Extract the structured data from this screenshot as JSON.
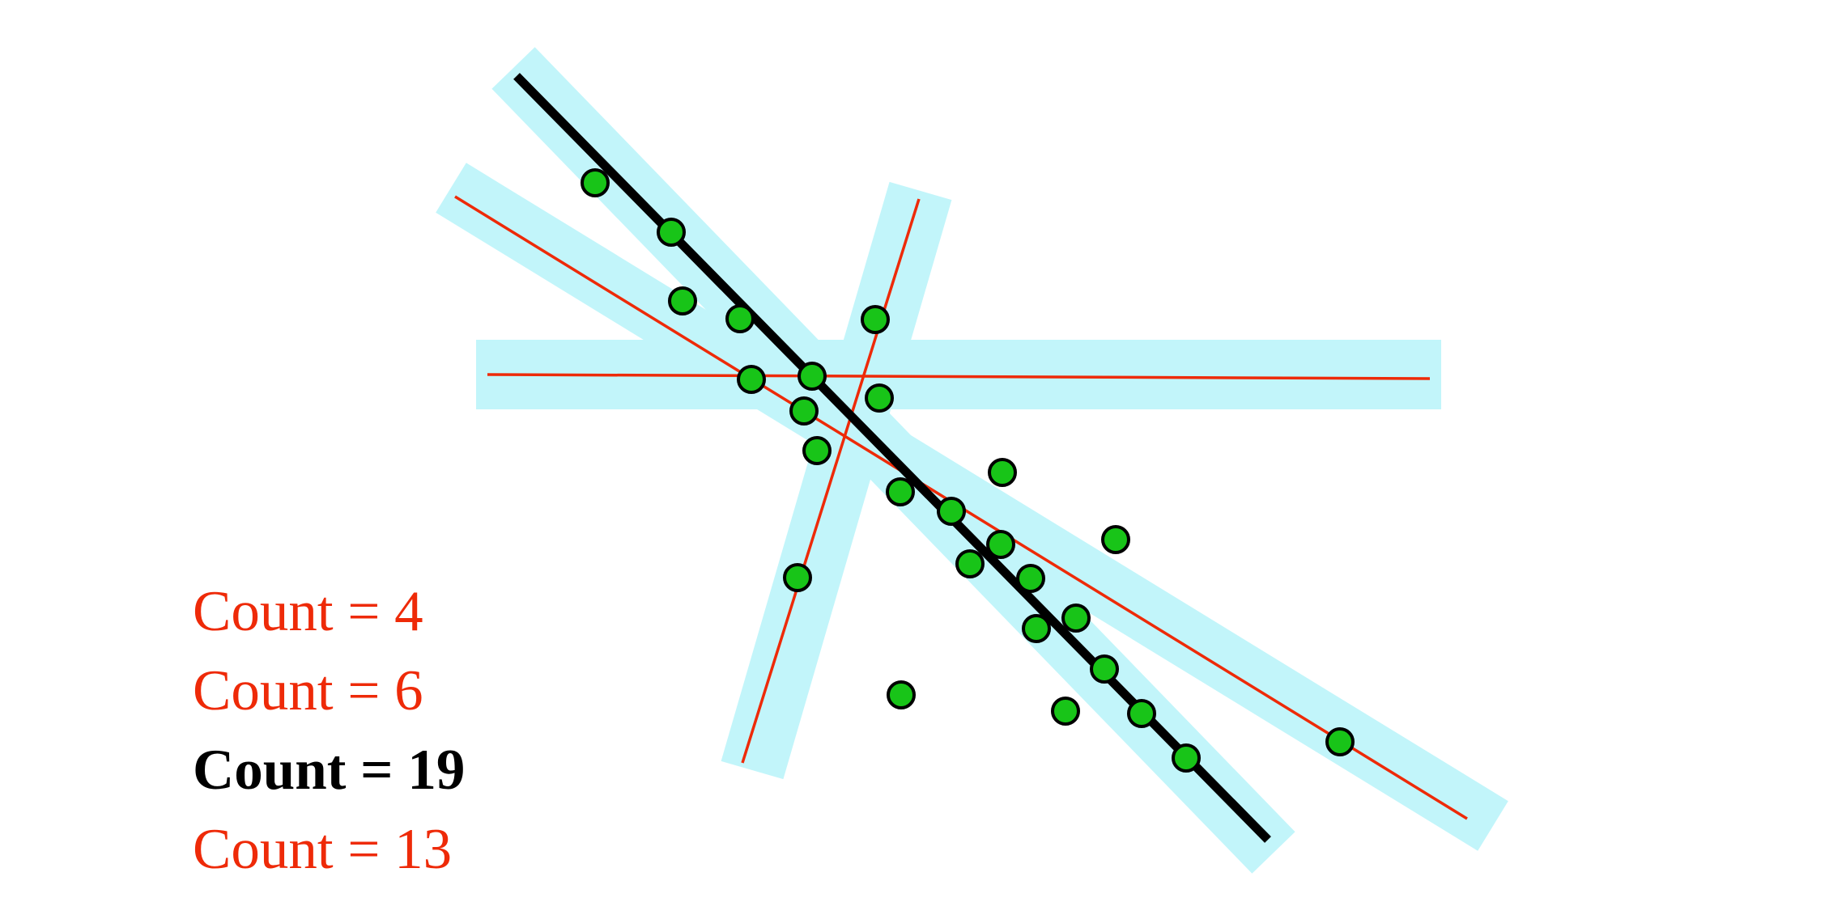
{
  "colors": {
    "band": "#c2f5fa",
    "candidate_line": "#ee2a08",
    "best_line": "#000000",
    "point_fill": "#18c418",
    "point_stroke": "#000000",
    "candidate_label": "#ee2a08",
    "best_label": "#000000"
  },
  "labels": [
    {
      "text": "Count = 4",
      "best": false
    },
    {
      "text": "Count = 6",
      "best": false
    },
    {
      "text": "Count = 19",
      "best": true
    },
    {
      "text": "Count = 13",
      "best": false
    }
  ]
}
